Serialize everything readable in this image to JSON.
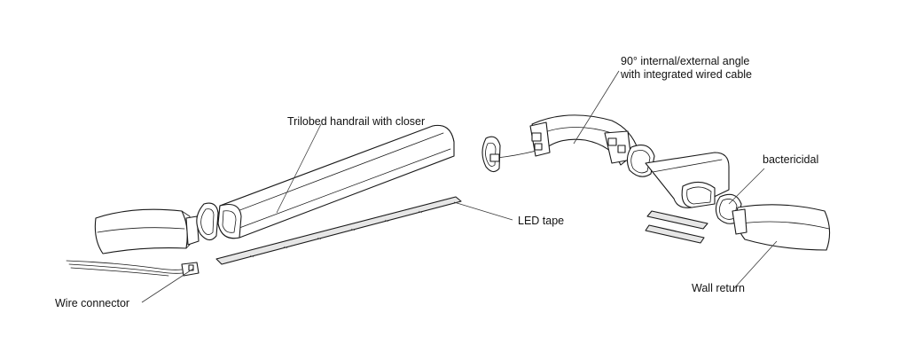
{
  "labels": {
    "angle_line1": "90° internal/external angle",
    "angle_line2": "with integrated wired cable",
    "handrail": "Trilobed handrail with closer",
    "bactericidal": "bactericidal",
    "led_tape": "LED tape",
    "wall_return": "Wall return",
    "wire_connector": "Wire connector"
  },
  "colors": {
    "stroke": "#1a1a1a",
    "background": "#ffffff",
    "tape_fill": "#e6e6e6"
  }
}
